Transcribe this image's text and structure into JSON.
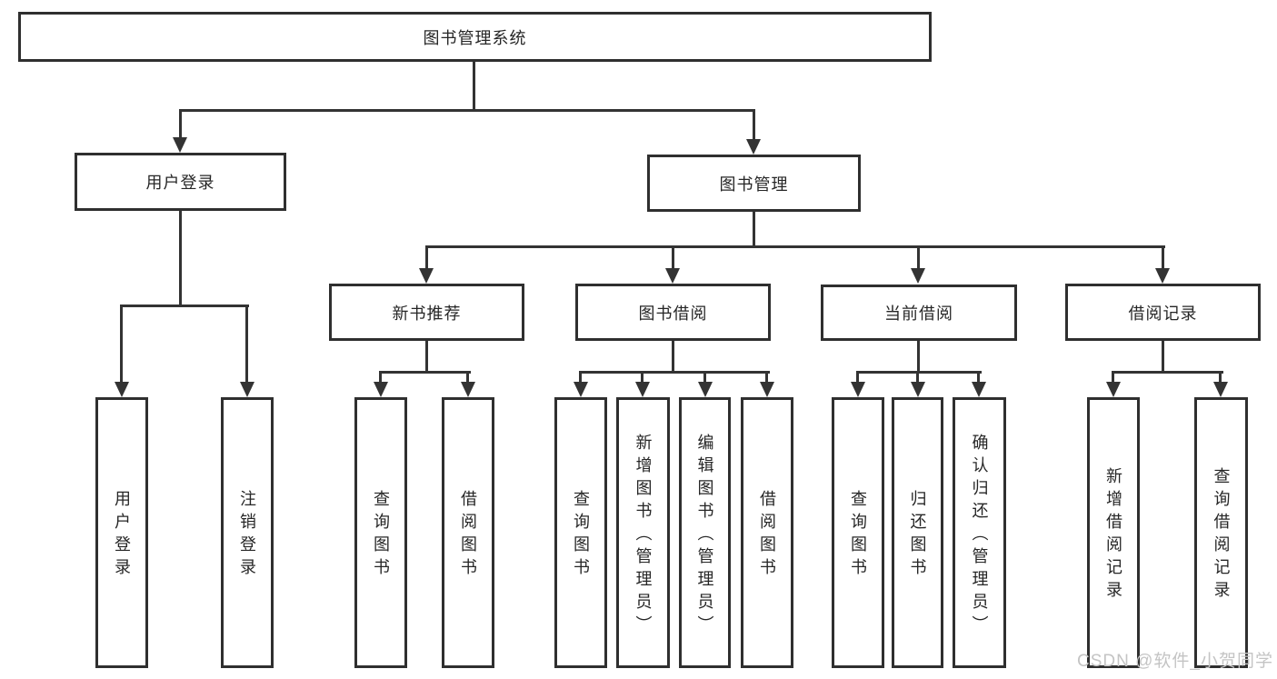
{
  "diagram": {
    "title": "图书管理系统",
    "level2": [
      "用户登录",
      "图书管理"
    ],
    "level3": [
      "新书推荐",
      "图书借阅",
      "当前借阅",
      "借阅记录"
    ],
    "leaves": {
      "user_login": [
        "用户登录",
        "注销登录"
      ],
      "new_book_rec": [
        "查询图书",
        "借阅图书"
      ],
      "book_borrow": [
        "查询图书",
        "新增图书（管理员）",
        "编辑图书（管理员）",
        "借阅图书"
      ],
      "current_borrow": [
        "查询图书",
        "归还图书",
        "确认归还（管理员）"
      ],
      "borrow_record": [
        "新增借阅记录",
        "查询借阅记录"
      ]
    },
    "watermark": "CSDN @软件_小贺同学",
    "colors": {
      "line": "#333333",
      "border": "#2f2f2f",
      "text": "#262626",
      "background": "#ffffff",
      "watermark": "#c4c4c4"
    }
  }
}
